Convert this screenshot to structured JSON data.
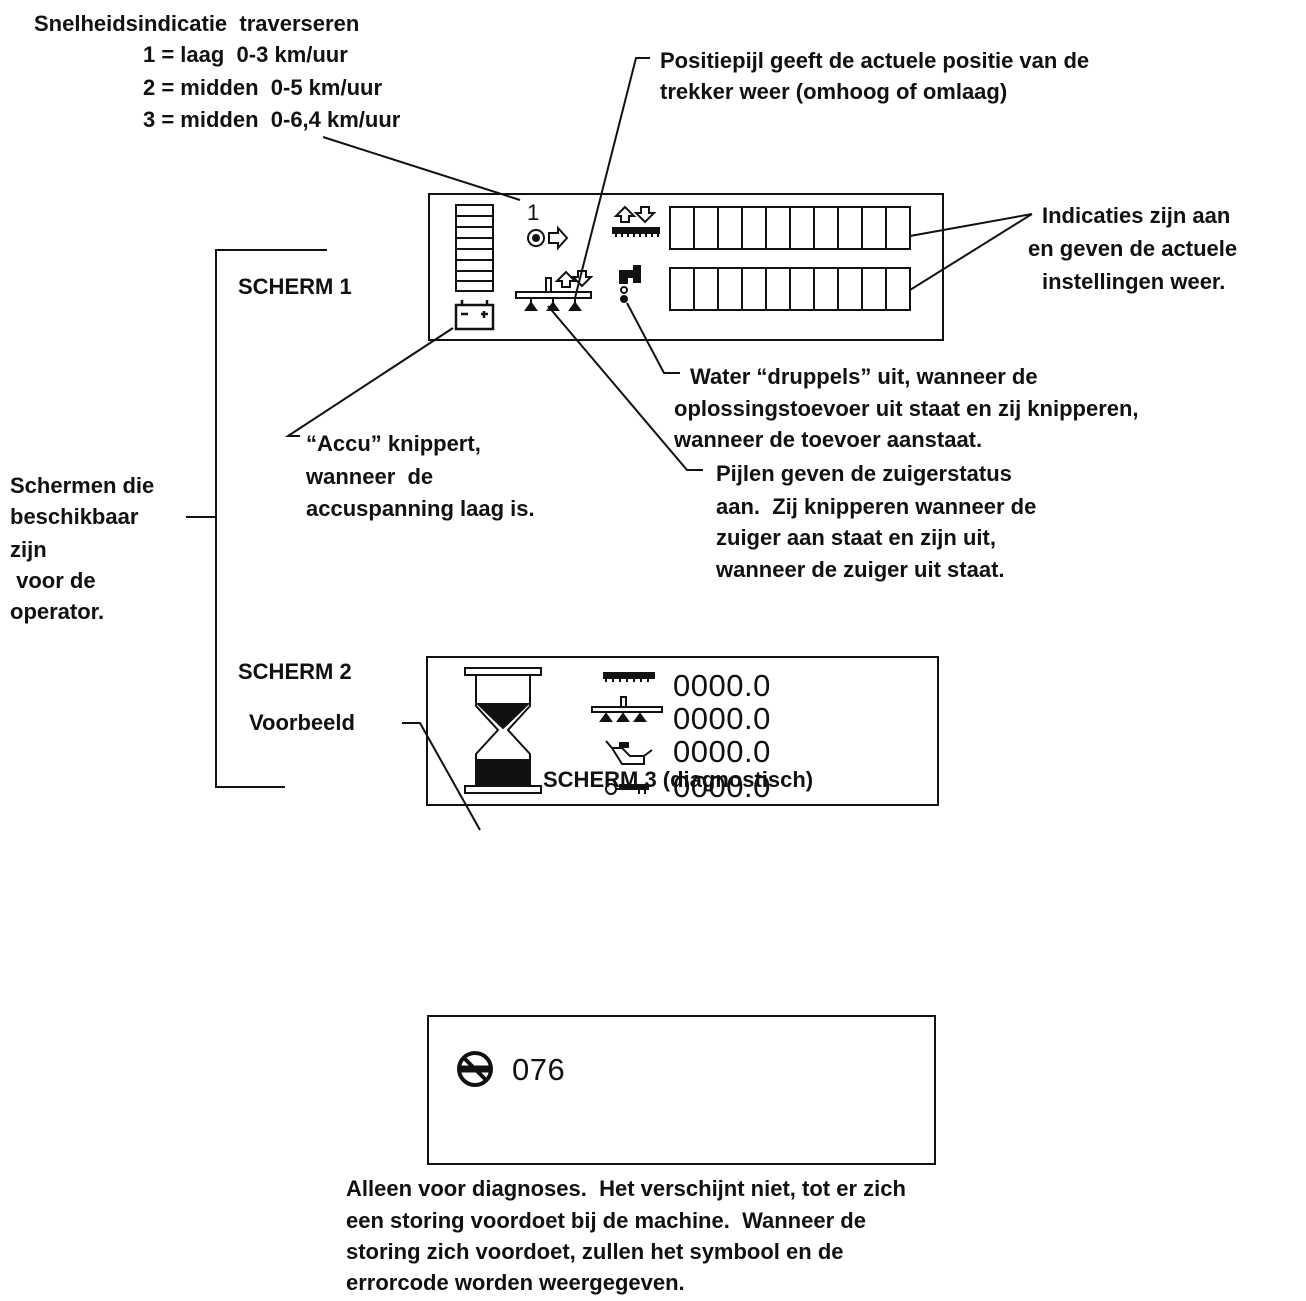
{
  "speed_note": {
    "title": "Snelheidsindicatie  traverseren",
    "levels": [
      "1 = laag  0-3 km/uur",
      "2 = midden  0-5 km/uur",
      "3 = midden  0-6,4 km/uur"
    ]
  },
  "callouts": {
    "position_arrow": [
      "Positiepijl geeft de actuele positie van de",
      "trekker weer (omhoog of omlaag)"
    ],
    "indications": [
      "Indicaties zijn aan",
      "en geven de actuele",
      "instellingen weer."
    ],
    "water": [
      "Water “druppels” uit, wanneer de",
      "oplossingstoevoer uit staat en zij knipperen,",
      "wanneer de toevoer aanstaat."
    ],
    "battery": [
      "“Accu” knippert,",
      "wanneer  de",
      "accuspanning laag is."
    ],
    "piston": [
      "Pijlen geven de zuigerstatus",
      "aan.  Zij knipperen wanneer de",
      "zuiger aan staat en zijn uit,",
      "wanneer de zuiger uit staat."
    ],
    "screens_available": [
      "Schermen die",
      "beschikbaar",
      "zijn",
      " voor de",
      "operator."
    ],
    "example": "Voorbeeld",
    "diagnostic_note": [
      "Alleen voor diagnoses.  Het verschijnt niet, tot er zich",
      "een storing voordoet bij de machine.  Wanneer de",
      "storing zich voordoet, zullen het symbool en de",
      "errorcode worden weergegeven."
    ]
  },
  "screen1": {
    "label": "SCHERM 1",
    "speed_value": "1"
  },
  "screen2": {
    "label": "SCHERM 2",
    "counters": [
      "0000.0",
      "0000.0",
      "0000.0",
      "0000.0"
    ]
  },
  "screen3": {
    "label": "SCHERM 3 (diagnostisch)",
    "error_code": "076"
  },
  "icons": [
    "battery-icon",
    "speed-arrow-icon",
    "piston-arrows-icon",
    "faucet-icon",
    "hourglass-icon",
    "brush-deck-icon",
    "spray-bar-icon",
    "oil-can-icon",
    "key-icon",
    "no-key-icon"
  ]
}
